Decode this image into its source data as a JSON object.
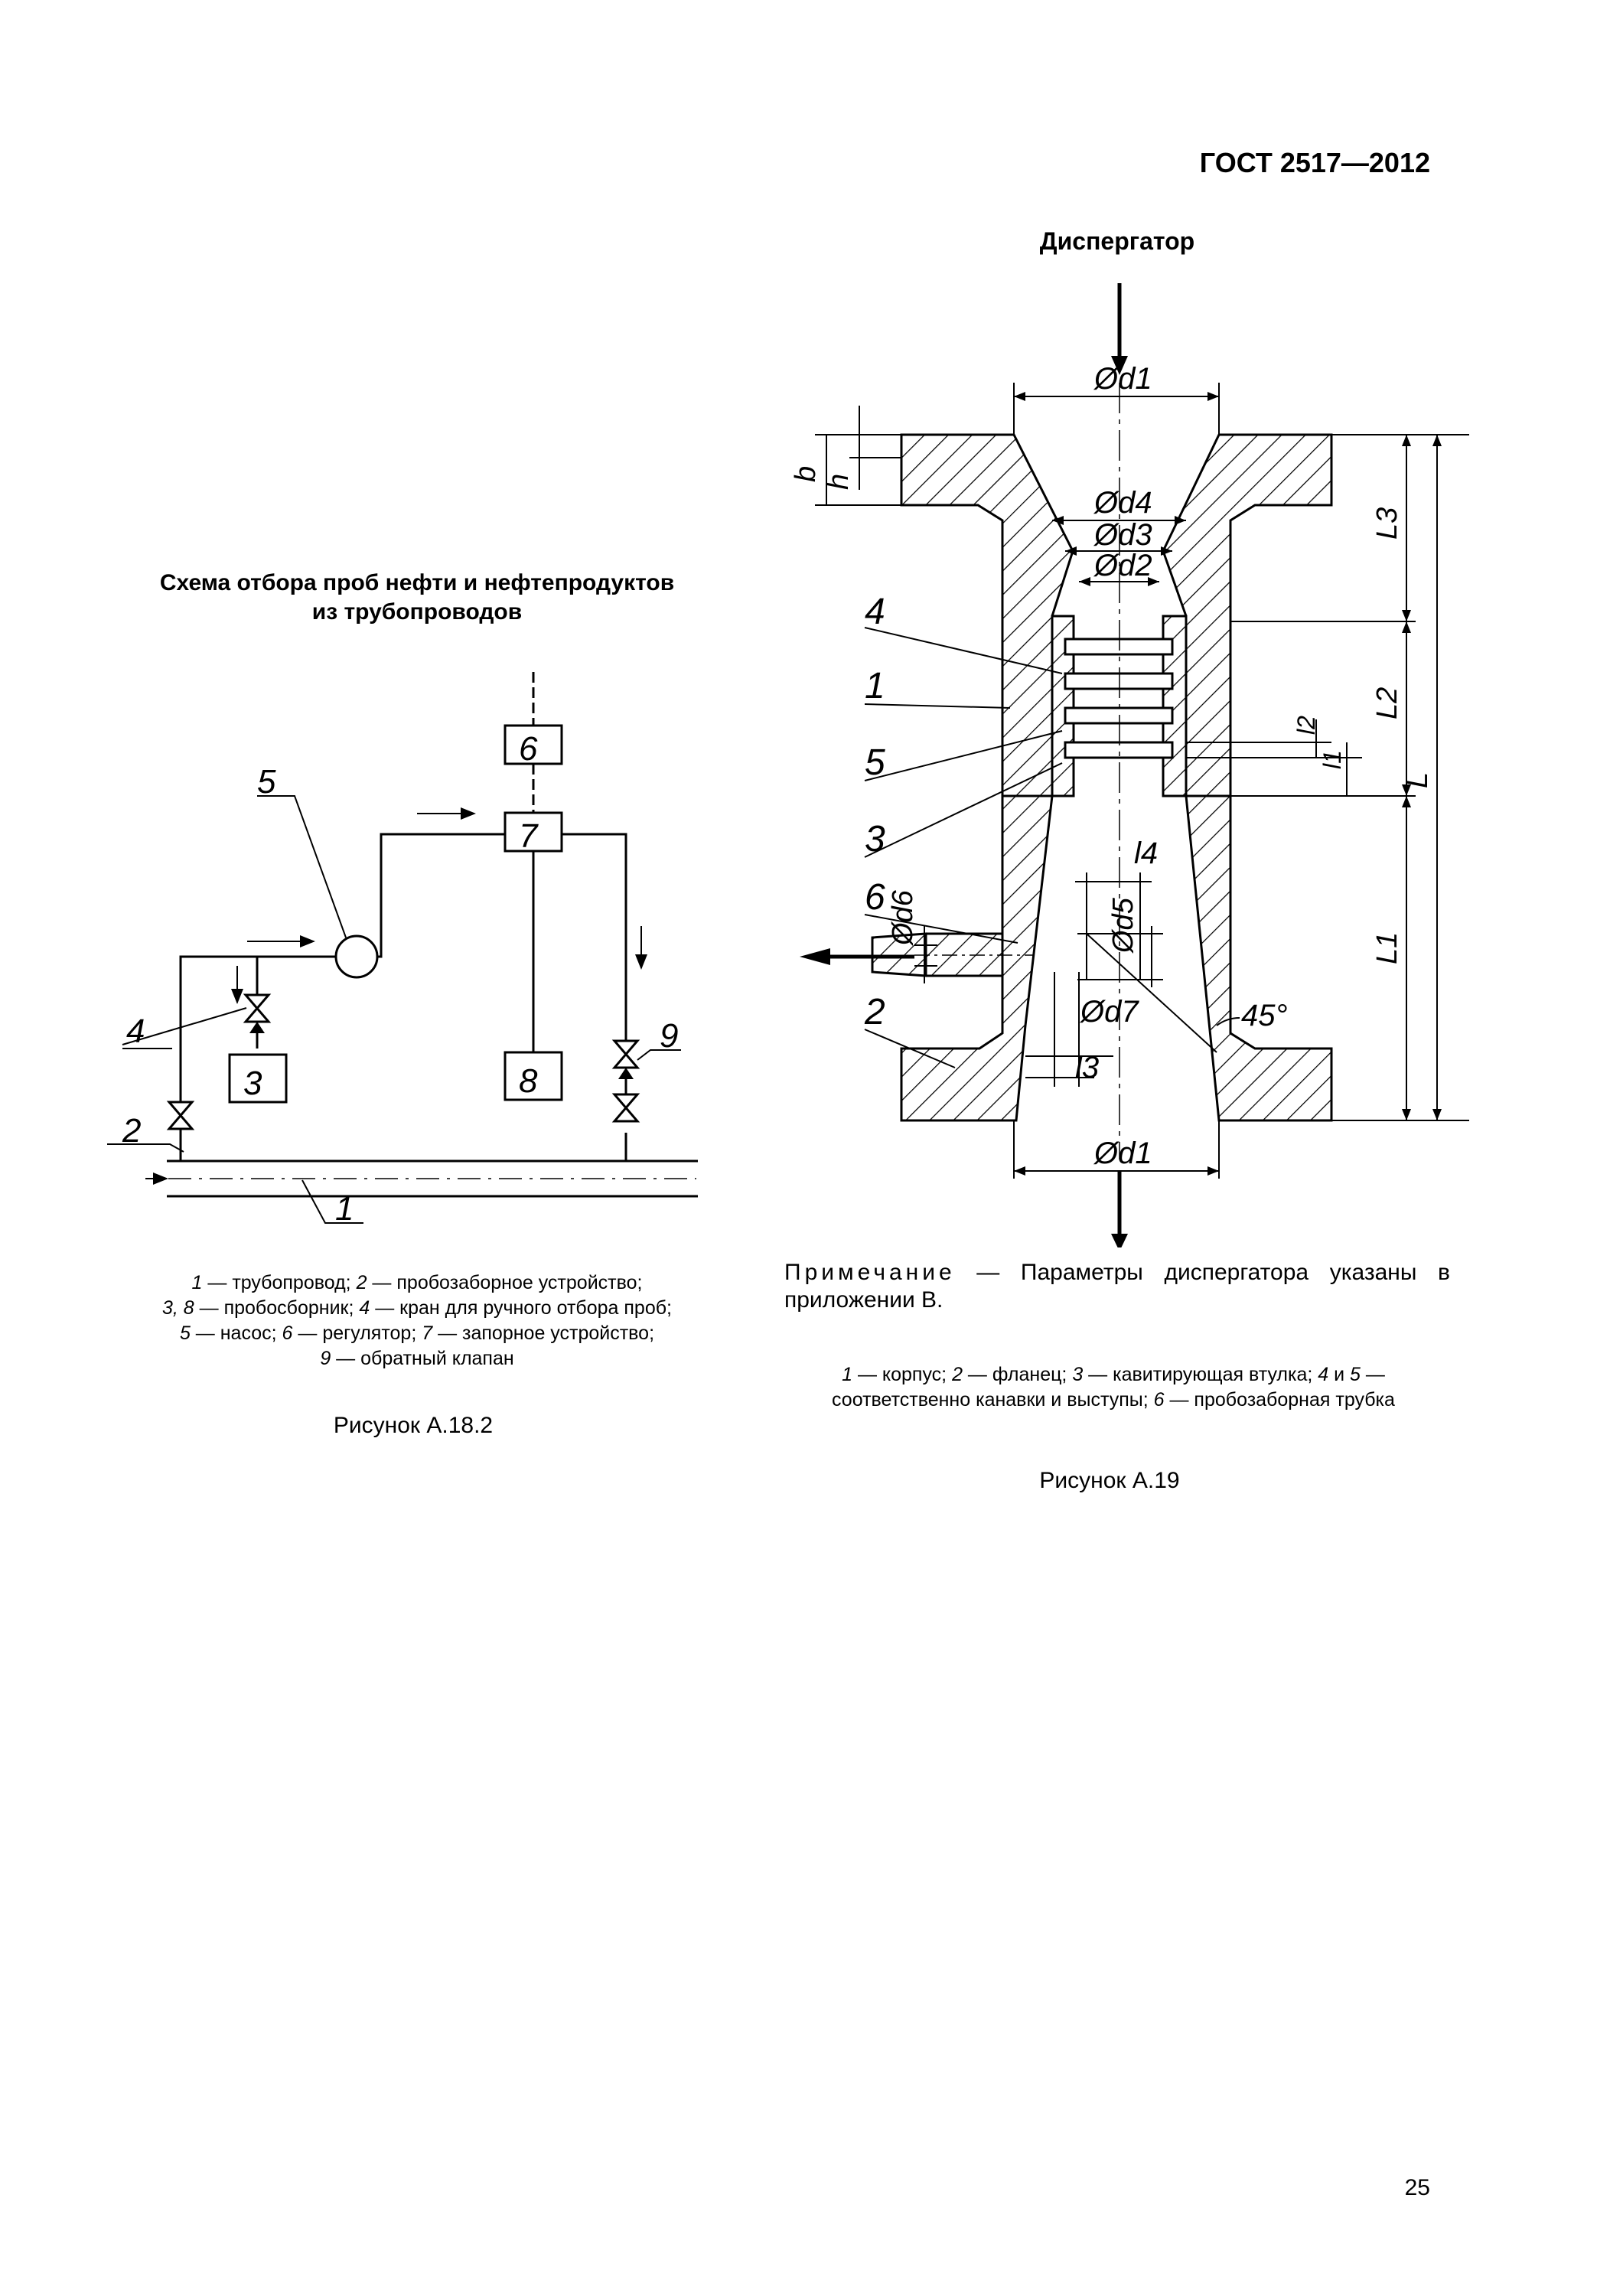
{
  "header": {
    "standard": "ГОСТ 2517—2012"
  },
  "left_figure": {
    "title_line1": "Схема отбора проб нефти и нефтепродуктов",
    "title_line2": "из трубопроводов",
    "labels": {
      "pipeline": "1",
      "sampler_device": "2",
      "receiver_a": "3",
      "manual_valve": "4",
      "pump": "5",
      "regulator": "6",
      "shutoff": "7",
      "receiver_b": "8",
      "check_valve": "9"
    },
    "legend": [
      {
        "num": "1",
        "text": " — трубопровод; "
      },
      {
        "num": "2",
        "text": " — пробозаборное устройство;"
      },
      {
        "num": "3, 8",
        "text": " — пробосборник; "
      },
      {
        "num": "4",
        "text": " — кран для ручного отбора проб;"
      },
      {
        "num": "5",
        "text": " — насос; "
      },
      {
        "num": "6",
        "text": " — регулятор; "
      },
      {
        "num": "7",
        "text": " — запорное устройство;"
      },
      {
        "num": "9",
        "text": " — обратный клапан"
      }
    ],
    "caption": "Рисунок А.18.2"
  },
  "right_figure": {
    "title": "Диспергатор",
    "labels": {
      "d1_top": "Ød1",
      "d4": "Ød4",
      "d3": "Ød3",
      "d2": "Ød2",
      "d6": "Ød6",
      "d5": "Ød5",
      "d7": "Ød7",
      "d1_bottom": "Ød1",
      "b": "b",
      "h": "h",
      "L3": "L3",
      "L2": "L2",
      "L": "L",
      "L1": "L1",
      "l2": "l2",
      "l1": "l1",
      "l4": "l4",
      "l3": "l3",
      "angle": "45°",
      "n4": "4",
      "n1": "1",
      "n5": "5",
      "n3": "3",
      "n6": "6",
      "n2": "2"
    },
    "note_spaced": "Примечание",
    "note_rest": " — Параметры диспергатора указаны в приложении В.",
    "legend": [
      {
        "num": "1",
        "text": " — корпус; "
      },
      {
        "num": "2",
        "text": " — фланец; "
      },
      {
        "num": "3",
        "text": " — кавитирующая втулка; "
      },
      {
        "num": "4",
        "text": " и "
      },
      {
        "num": "5",
        "text": " — соответственно канавки и выступы; "
      },
      {
        "num": "6",
        "text": " — пробозаборная трубка"
      }
    ],
    "caption": "Рисунок А.19"
  },
  "page_number": "25"
}
